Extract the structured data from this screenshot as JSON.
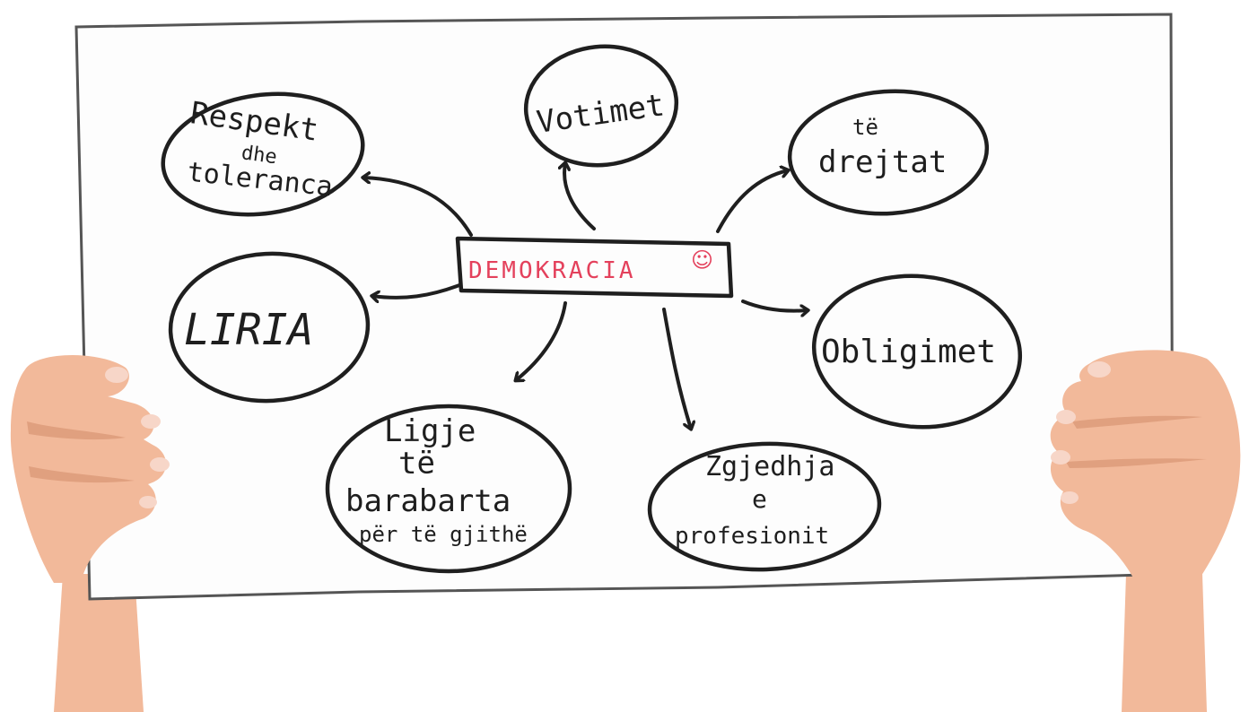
{
  "center": {
    "label": "DEMOKRACIA",
    "smiley": "☺",
    "label_color": "#e4415c"
  },
  "nodes": {
    "respekt": {
      "line1": "Respekt",
      "line2": "dhe",
      "line3": "toleranca"
    },
    "votimet": {
      "line1": "Votimet"
    },
    "drejtat": {
      "line1": "të",
      "line2": "drejtat"
    },
    "liria": {
      "line1": "LIRIA"
    },
    "obligimet": {
      "line1": "Obligimet"
    },
    "ligje": {
      "line1": "Ligje",
      "line2": "të",
      "line3": "barabarta",
      "line4": "për të gjithë"
    },
    "zgjedhja": {
      "line1": "Zgjedhja",
      "line2": "e",
      "line3": "profesionit"
    }
  },
  "colors": {
    "ink": "#1f1f1f",
    "board": "#fdfdfd",
    "skin": "#f2b99a"
  }
}
